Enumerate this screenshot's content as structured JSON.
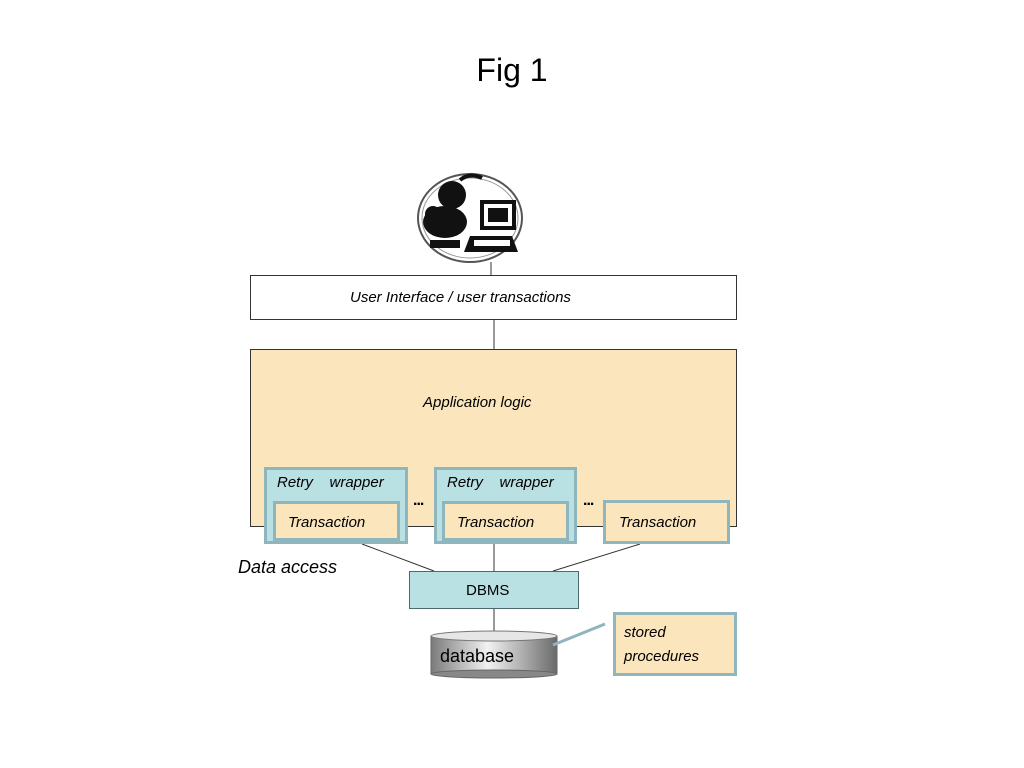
{
  "title": "Fig 1",
  "ui_layer": {
    "label": "User Interface / user transactions"
  },
  "app_layer": {
    "label": "Application logic"
  },
  "wrappers": [
    {
      "label": "Retry    wrapper",
      "transaction": "Transaction"
    },
    {
      "label": "Retry    wrapper",
      "transaction": "Transaction"
    }
  ],
  "bare_transaction": "Transaction",
  "ellipsis": "...",
  "data_access_label": "Data access",
  "dbms_label": "DBMS",
  "database_label": "database",
  "stored_procedures": {
    "line1": "stored",
    "line2": "procedures"
  },
  "colors": {
    "app_fill": "#fbe5bd",
    "wrapper_fill": "#b9e0e3",
    "wrapper_border": "#8fb5bd"
  },
  "icons": {
    "user": "user-at-computer-icon"
  }
}
